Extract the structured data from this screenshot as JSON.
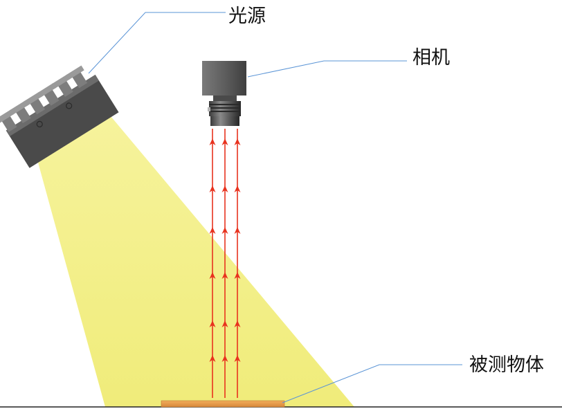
{
  "labels": {
    "light_source": "光源",
    "camera": "相机",
    "object": "被测物体"
  },
  "colors": {
    "light_beam": "#f4f09a",
    "light_housing": "#4d4d4d",
    "camera_body": "#5b5b5b",
    "arrow": "#e8321e",
    "object": "#e59b48",
    "leader_line": "#5a94d6",
    "ground": "#222222"
  },
  "icons": {
    "light_source": "light-source-icon",
    "camera": "industrial-camera-icon"
  }
}
